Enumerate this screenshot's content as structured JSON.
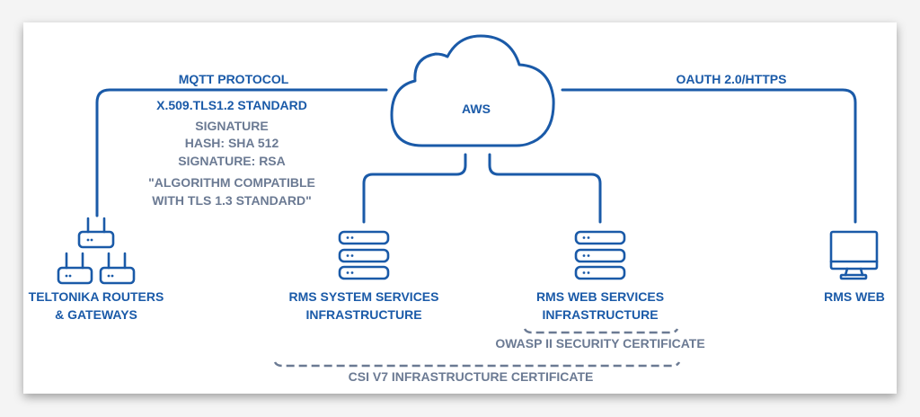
{
  "colors": {
    "primary": "#1a5aa8",
    "secondary": "#6b7a93"
  },
  "cloud": {
    "label": "AWS"
  },
  "left_link": {
    "protocol": "MQTT PROTOCOL",
    "standard": "X.509.TLS1.2 STANDARD",
    "details": [
      "SIGNATURE",
      "HASH: SHA 512",
      "SIGNATURE: RSA",
      "\"ALGORITHM COMPATIBLE",
      "WITH TLS 1.3 STANDARD\""
    ]
  },
  "right_link": {
    "protocol": "OAUTH 2.0/HTTPS"
  },
  "nodes": {
    "routers": [
      "TELTONIKA ROUTERS",
      "& GATEWAYS"
    ],
    "system_services": [
      "RMS SYSTEM SERVICES",
      "INFRASTRUCTURE"
    ],
    "web_services": [
      "RMS WEB SERVICES",
      "INFRASTRUCTURE"
    ],
    "rms_web": [
      "RMS WEB"
    ]
  },
  "certificates": {
    "owasp": "OWASP II SECURITY CERTIFICATE",
    "csi": "CSI V7 INFRASTRUCTURE CERTIFICATE"
  }
}
